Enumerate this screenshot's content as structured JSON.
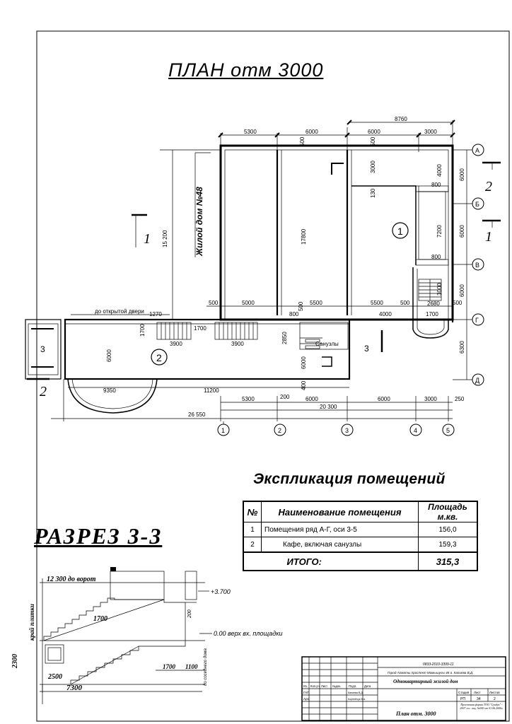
{
  "titles": {
    "plan": "ПЛАН отм 3000",
    "section": "РАЗРЕЗ 3-3",
    "explication": "Экспликация помещений"
  },
  "plan": {
    "neighbor_label": "Жилой дом №48",
    "room_marker": "1",
    "cafe_marker": "2",
    "sanuzly": "Санузлы",
    "door_note": "до открытой двери",
    "top_dims": [
      "5300",
      "6000",
      "6000",
      "3000"
    ],
    "top_overall": "8760",
    "height_dim": "17800",
    "left_height": "15 200",
    "inner_dims": {
      "d500a": "500",
      "d500b": "500",
      "d3000": "3000",
      "d4000": "4000",
      "d800a": "800",
      "d130": "130",
      "d7200": "7200",
      "d800b": "800",
      "d3000b": "3000",
      "d2680": "2680",
      "d500c": "500",
      "d5000": "5000",
      "d500d": "500",
      "d5500a": "5500",
      "d5500b": "5500",
      "d500e": "500",
      "d500f": "500",
      "d800c": "800",
      "d4000b": "4000",
      "d1700a": "1700",
      "d500g": "500",
      "d1270": "1270",
      "d1700b": "1700",
      "d1700c": "1700",
      "d3900a": "3900",
      "d3900b": "3900",
      "d2850": "2850",
      "d6000a": "6000",
      "d6000b": "6000",
      "d400": "400",
      "d9350": "9350",
      "d11200": "11200",
      "d200": "200"
    },
    "right_dims": [
      "6000",
      "6000",
      "6000",
      "6300"
    ],
    "bottom_dims": [
      "5300",
      "6000",
      "6000",
      "3000",
      "250"
    ],
    "bottom_total1": "20 300",
    "bottom_total2": "26 550",
    "axes_letters": [
      "А",
      "Б",
      "В",
      "Г",
      "Д"
    ],
    "axes_numbers": [
      "1",
      "2",
      "3",
      "4",
      "5"
    ],
    "section_marks": {
      "s1": "1",
      "s2": "2",
      "s3": "3"
    }
  },
  "explication": {
    "headers": {
      "num": "№",
      "name": "Наименование помещения",
      "area": "Площадь м.кв."
    },
    "rows": [
      {
        "num": "1",
        "name": "Помещения ряд А-Г, оси 3-5",
        "area": "156,0"
      },
      {
        "num": "2",
        "name": "Кафе, включая санузлы",
        "area": "159,3"
      }
    ],
    "total_label": "ИТОГО:",
    "total_value": "315,3"
  },
  "section": {
    "gate_label": "12 300 до ворот",
    "tile_label": "край плитки",
    "elev1": "+3.700",
    "elev0": "0.00 верх вх. площадки",
    "d1700a": "1700",
    "d200": "200",
    "d2300": "2300",
    "d2500": "2500",
    "d7300": "7300",
    "d1700b": "1700",
    "d1100": "1100",
    "neighbor_note": "до соседнего дома"
  },
  "stamp": {
    "code": "0833-2010-3399-11",
    "project": "Город Алматы проспект Момышулы 48 а. Капиева В.Д.",
    "building": "Одноквартирный жилой дом",
    "sheet_title": "План отм. 3000",
    "row_labels": [
      "Из.",
      "Кол.уч.",
      "Лист",
      "№док.",
      "Подп.",
      "Дата"
    ],
    "gip": "ГАП",
    "arch": "Арх.",
    "stage_h": "Стадия",
    "sheet_h": "Лист",
    "sheets_h": "Листов",
    "stage": "РП",
    "sheet": "34",
    "sheets": "2",
    "org": "Проектная фирма ТОО \"Сундук\" - 2007 гос. лиц. №000 от 01.06.2006г.",
    "names": [
      "Капиева В.Д.",
      "Корнейчук В.А."
    ]
  }
}
